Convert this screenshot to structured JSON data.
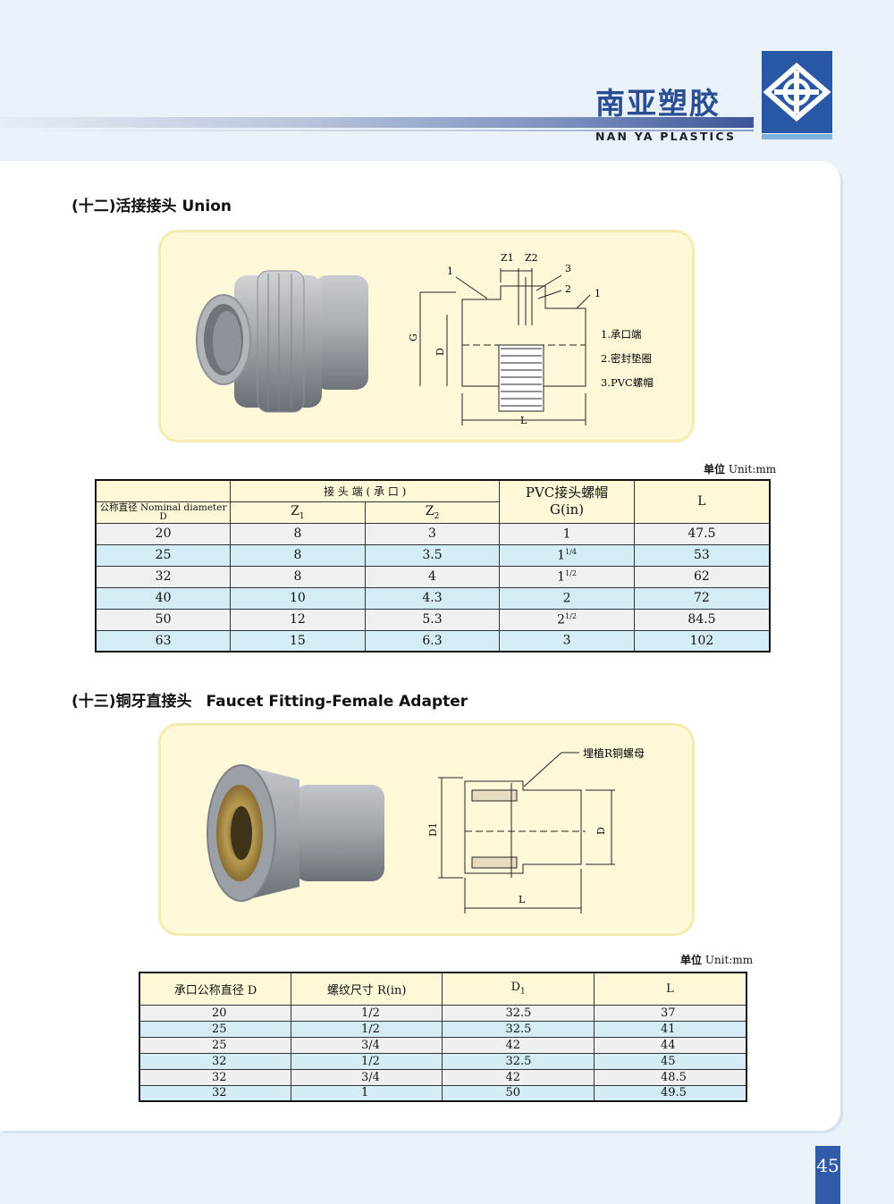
{
  "header": {
    "brand_cn": "南亚塑胶",
    "brand_en": "NAN YA PLASTICS"
  },
  "page_number": "45",
  "sections": [
    {
      "title": "(十二)活接接头 Union",
      "diagram": {
        "labels": {
          "z1": "Z1",
          "z2": "Z2",
          "n1": "1",
          "n2": "2",
          "n3": "3",
          "n1b": "1",
          "g": "G",
          "d": "D",
          "l": "L"
        },
        "legend": [
          "1.承口端",
          "2.密封垫圈",
          "3.PVC螺帽"
        ]
      },
      "unit": {
        "cn": "单位",
        "en": "Unit:mm"
      },
      "table": {
        "group_header": "接 头 端 ( 承 口 )",
        "col_nominal_cn": "公称直径",
        "col_nominal_en": "Nominal diameter",
        "col_nominal_sym": "D",
        "col_z1": "Z",
        "col_z1_sub": "1",
        "col_z2": "Z",
        "col_z2_sub": "2",
        "col_pvc_line1": "PVC接头螺帽",
        "col_pvc_line2": "G(in)",
        "col_l": "L",
        "rows": [
          {
            "d": "20",
            "z1": "8",
            "z2": "3",
            "g_whole": "1",
            "g_frac": "",
            "l": "47.5"
          },
          {
            "d": "25",
            "z1": "8",
            "z2": "3.5",
            "g_whole": "1",
            "g_frac": "1/4",
            "l": "53"
          },
          {
            "d": "32",
            "z1": "8",
            "z2": "4",
            "g_whole": "1",
            "g_frac": "1/2",
            "l": "62"
          },
          {
            "d": "40",
            "z1": "10",
            "z2": "4.3",
            "g_whole": "2",
            "g_frac": "",
            "l": "72"
          },
          {
            "d": "50",
            "z1": "12",
            "z2": "5.3",
            "g_whole": "2",
            "g_frac": "1/2",
            "l": "84.5"
          },
          {
            "d": "63",
            "z1": "15",
            "z2": "6.3",
            "g_whole": "3",
            "g_frac": "",
            "l": "102"
          }
        ]
      }
    },
    {
      "title_cn": "(十三)铜牙直接头",
      "title_en": "Faucet Fitting-Female Adapter",
      "diagram": {
        "labels": {
          "insert": "埋植R铜螺母",
          "d1": "D1",
          "d": "D",
          "l": "L"
        }
      },
      "unit": {
        "cn": "单位",
        "en": "Unit:mm"
      },
      "table": {
        "col_d": "承口公称直径 D",
        "col_r": "螺纹尺寸 R(in)",
        "col_d1": "D",
        "col_d1_sub": "1",
        "col_l": "L",
        "rows": [
          {
            "d": "20",
            "r": "1/2",
            "d1": "32.5",
            "l": "37"
          },
          {
            "d": "25",
            "r": "1/2",
            "d1": "32.5",
            "l": "41"
          },
          {
            "d": "25",
            "r": "3/4",
            "d1": "42",
            "l": "44"
          },
          {
            "d": "32",
            "r": "1/2",
            "d1": "32.5",
            "l": "45"
          },
          {
            "d": "32",
            "r": "3/4",
            "d1": "42",
            "l": "48.5"
          },
          {
            "d": "32",
            "r": "1",
            "d1": "50",
            "l": "49.5"
          }
        ]
      }
    }
  ]
}
